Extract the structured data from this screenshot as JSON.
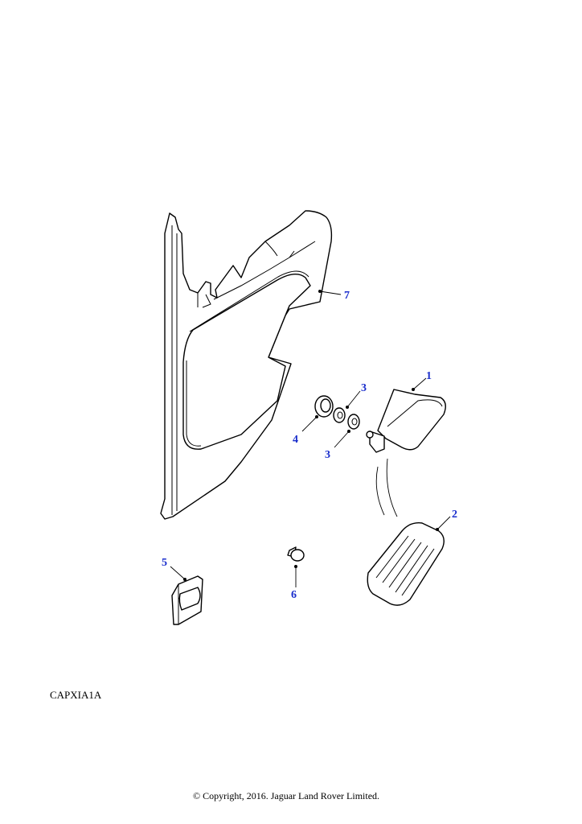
{
  "callouts": {
    "c1": "1",
    "c2": "2",
    "c3a": "3",
    "c3b": "3",
    "c4": "4",
    "c5": "5",
    "c6": "6",
    "c7": "7"
  },
  "diagram_code": "CAPXIA1A",
  "copyright": "© Copyright, 2016. Jaguar Land Rover Limited.",
  "colors": {
    "callout": "#1a2ecc",
    "line": "#000000",
    "background": "#ffffff"
  }
}
